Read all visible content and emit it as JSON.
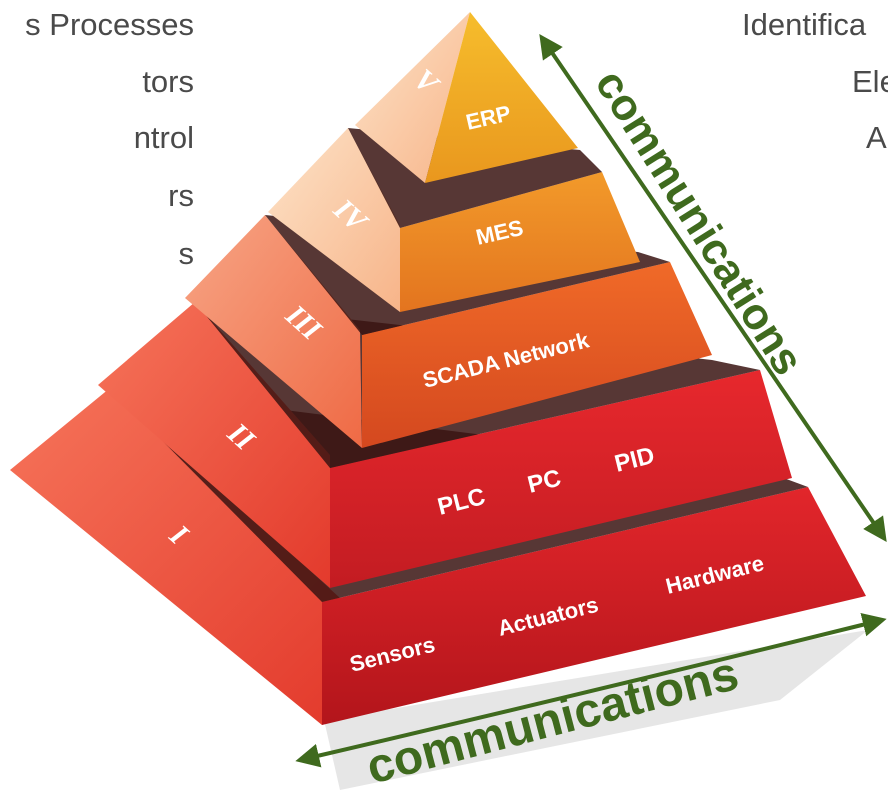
{
  "left_labels": [
    "s Processes",
    "tors",
    "ntrol",
    "rs",
    "s"
  ],
  "right_labels": [
    "Identifica",
    "Ele",
    "A"
  ],
  "pyramid": {
    "levels": [
      {
        "roman": "V",
        "items": [
          "ERP"
        ]
      },
      {
        "roman": "IV",
        "items": [
          "MES"
        ]
      },
      {
        "roman": "III",
        "items": [
          "SCADA Network"
        ]
      },
      {
        "roman": "II",
        "items": [
          "PLC",
          "PC",
          "PID"
        ]
      },
      {
        "roman": "I",
        "items": [
          "Sensors",
          "Actuators",
          "Hardware"
        ]
      }
    ]
  },
  "communications": {
    "vertical": "communications",
    "horizontal": "communications"
  },
  "colors": {
    "erp": "#eda21e",
    "mes": "#ea8520",
    "scada": "#e55a22",
    "plc": "#dc2127",
    "sensors": "#d41f25",
    "arrow": "#3f6a1e"
  }
}
